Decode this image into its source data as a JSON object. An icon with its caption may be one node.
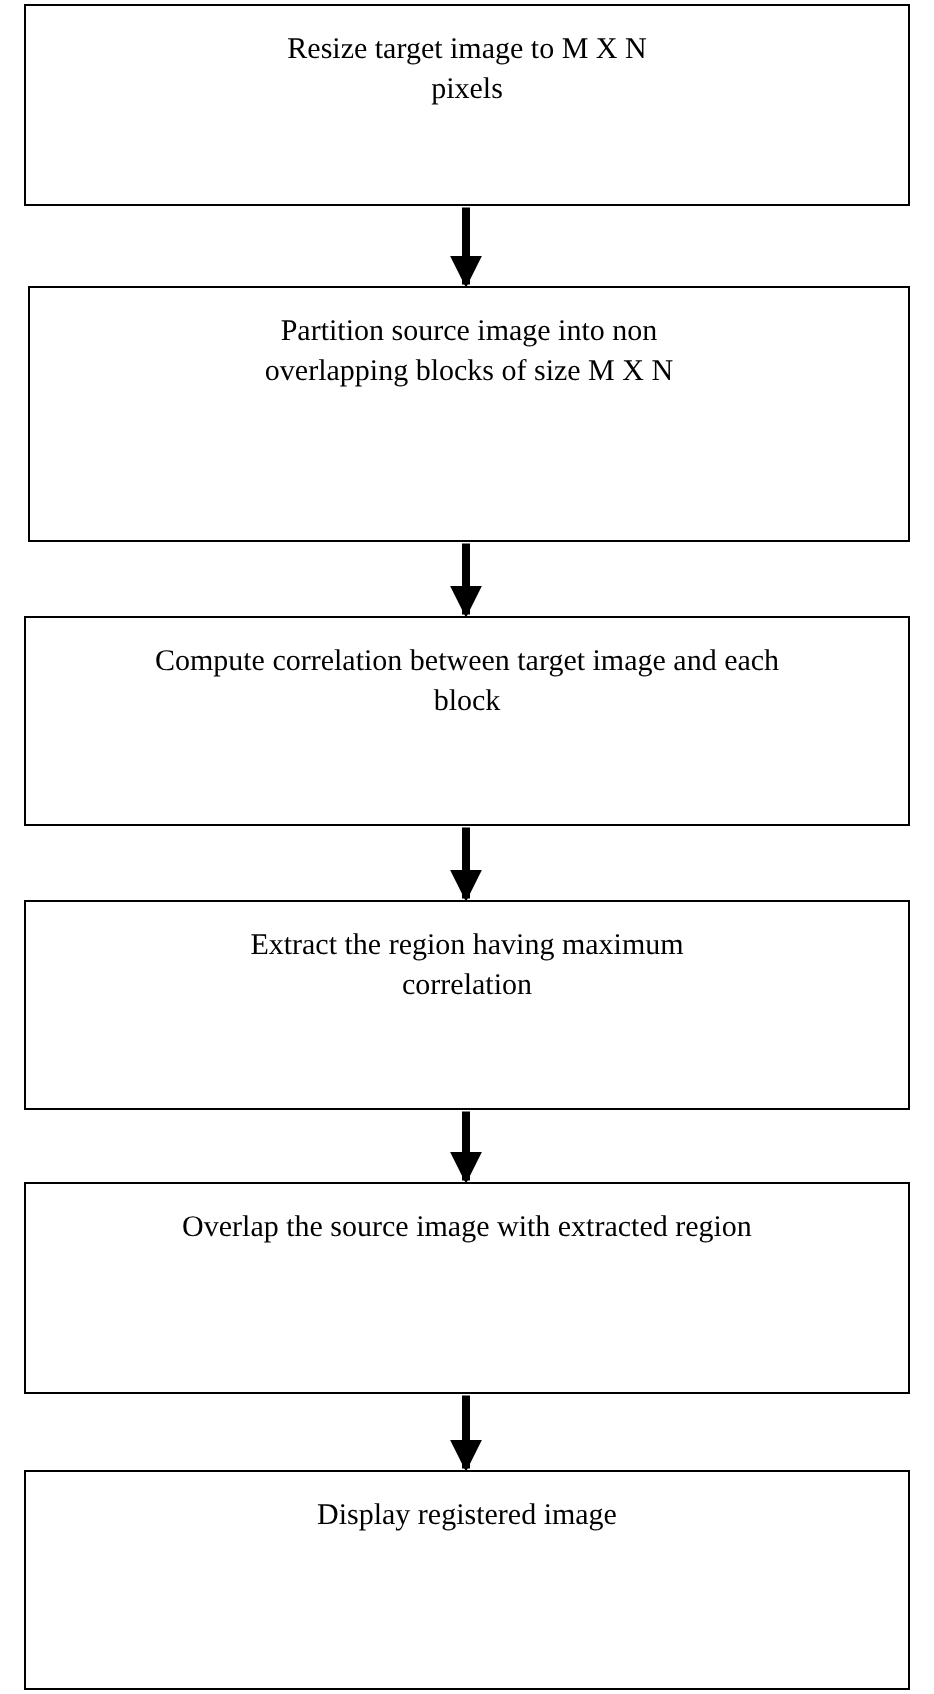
{
  "diagram": {
    "nodes": [
      {
        "text": [
          "Resize target image to M X N pixels"
        ]
      },
      {
        "text": [
          "Partition source image into non overlapping blocks of size M X N"
        ]
      },
      {
        "text": [
          "Compute correlation between target image and each block"
        ]
      },
      {
        "text": [
          "Extract the region having maximum correlation"
        ]
      },
      {
        "text": [
          "Overlap the source image with extracted region"
        ]
      },
      {
        "text": [
          "Display registered image"
        ]
      }
    ],
    "edges": [
      {
        "from": 0,
        "to": 1,
        "arrow": "to"
      },
      {
        "from": 1,
        "to": 2,
        "arrow": "to"
      },
      {
        "from": 2,
        "to": 3,
        "arrow": "to"
      },
      {
        "from": 3,
        "to": 4,
        "arrow": "to"
      },
      {
        "from": 4,
        "to": 5,
        "arrow": "to"
      }
    ]
  }
}
